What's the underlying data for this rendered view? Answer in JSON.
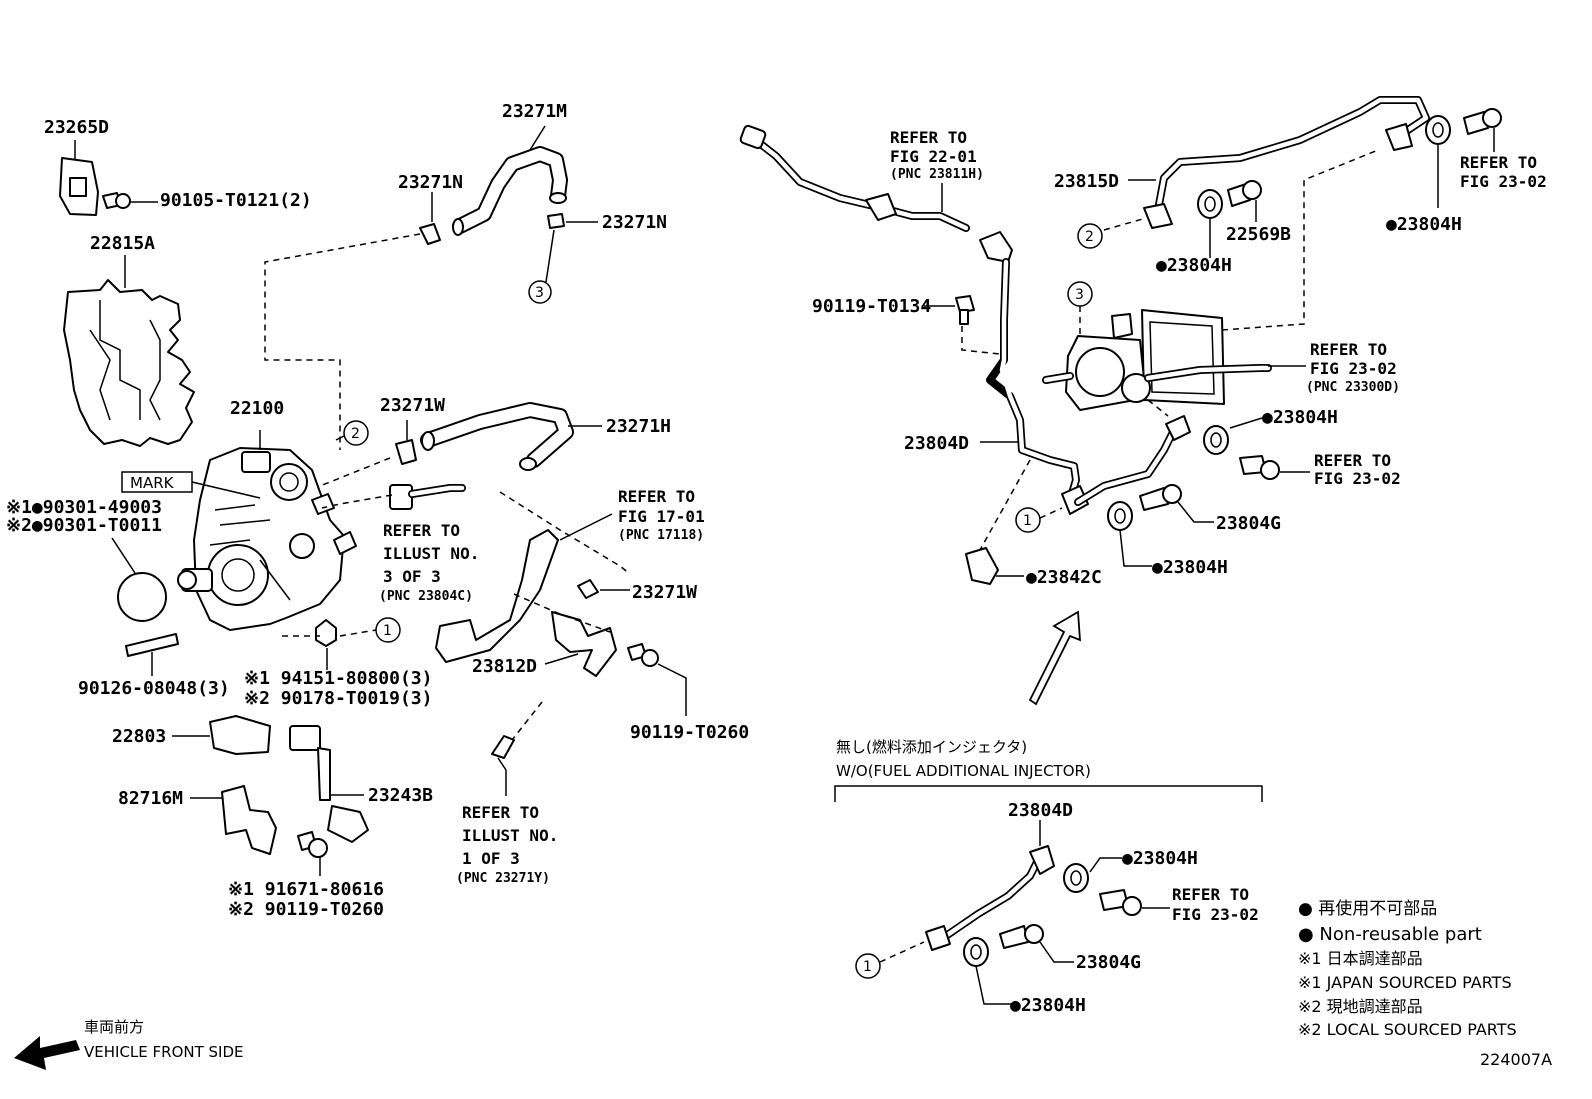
{
  "diagram_code": "224007A",
  "parts": {
    "p23265D": "23265D",
    "p90105": "90105-T0121(2)",
    "p22815A": "22815A",
    "p22100": "22100",
    "mark": "MARK",
    "p90301_49003": "※1●90301-49003",
    "p90301_T0011": "※2●90301-T0011",
    "p90126": "90126-08048(3)",
    "p94151": "※1 94151-80800(3)",
    "p90178": "※2 90178-T0019(3)",
    "p22803": "22803",
    "p82716M": "82716M",
    "p23243B": "23243B",
    "p91671": "※1 91671-80616",
    "p90119_T0260b": "※2 90119-T0260",
    "p23271M": "23271M",
    "p23271N_a": "23271N",
    "p23271N_b": "23271N",
    "p23271W_a": "23271W",
    "p23271H": "23271H",
    "p23271W_b": "23271W",
    "p23812D": "23812D",
    "p90119_T0260": "90119-T0260",
    "p23815D": "23815D",
    "p22569B": "22569B",
    "p23804H_1": "●23804H",
    "p23804H_2": "●23804H",
    "p90119_T0134": "90119-T0134",
    "p23804D": "23804D",
    "p23804H_3": "●23804H",
    "p23804G": "23804G",
    "p23804H_4": "●23804H",
    "p23842C": "●23842C",
    "p23804D_b": "23804D",
    "p23804H_5": "●23804H",
    "p23804G_b": "23804G",
    "p23804H_6": "●23804H"
  },
  "refs": {
    "illust3": [
      "REFER TO",
      "ILLUST NO.",
      "3 OF 3",
      "(PNC 23804C)"
    ],
    "fig17": [
      "REFER TO",
      "FIG 17-01",
      "(PNC 17118)"
    ],
    "illust1": [
      "REFER TO",
      "ILLUST NO.",
      "1 OF 3",
      "(PNC 23271Y)"
    ],
    "fig22": [
      "REFER TO",
      "FIG 22-01",
      "(PNC 23811H)"
    ],
    "fig23_top": [
      "REFER TO",
      "FIG 23-02"
    ],
    "fig23_mid": [
      "REFER TO",
      "FIG 23-02",
      "(PNC 23300D)"
    ],
    "fig23_low": [
      "REFER TO",
      "FIG 23-02"
    ],
    "fig23_inset": [
      "REFER TO",
      "FIG 23-02"
    ]
  },
  "callouts": [
    "1",
    "2",
    "3"
  ],
  "inset": {
    "title_jp": "無し(燃料添加インジェクタ)",
    "title_en": "W/O(FUEL ADDITIONAL INJECTOR)"
  },
  "legend": [
    "● 再使用不可部品",
    "● Non-reusable part",
    "※1 日本調達部品",
    "※1 JAPAN SOURCED PARTS",
    "※2 現地調達部品",
    "※2 LOCAL SOURCED PARTS"
  ],
  "front": {
    "jp": "車両前方",
    "en": "VEHICLE FRONT SIDE"
  },
  "icons": [
    "front-arrow-icon",
    "flow-arrow-icon"
  ]
}
